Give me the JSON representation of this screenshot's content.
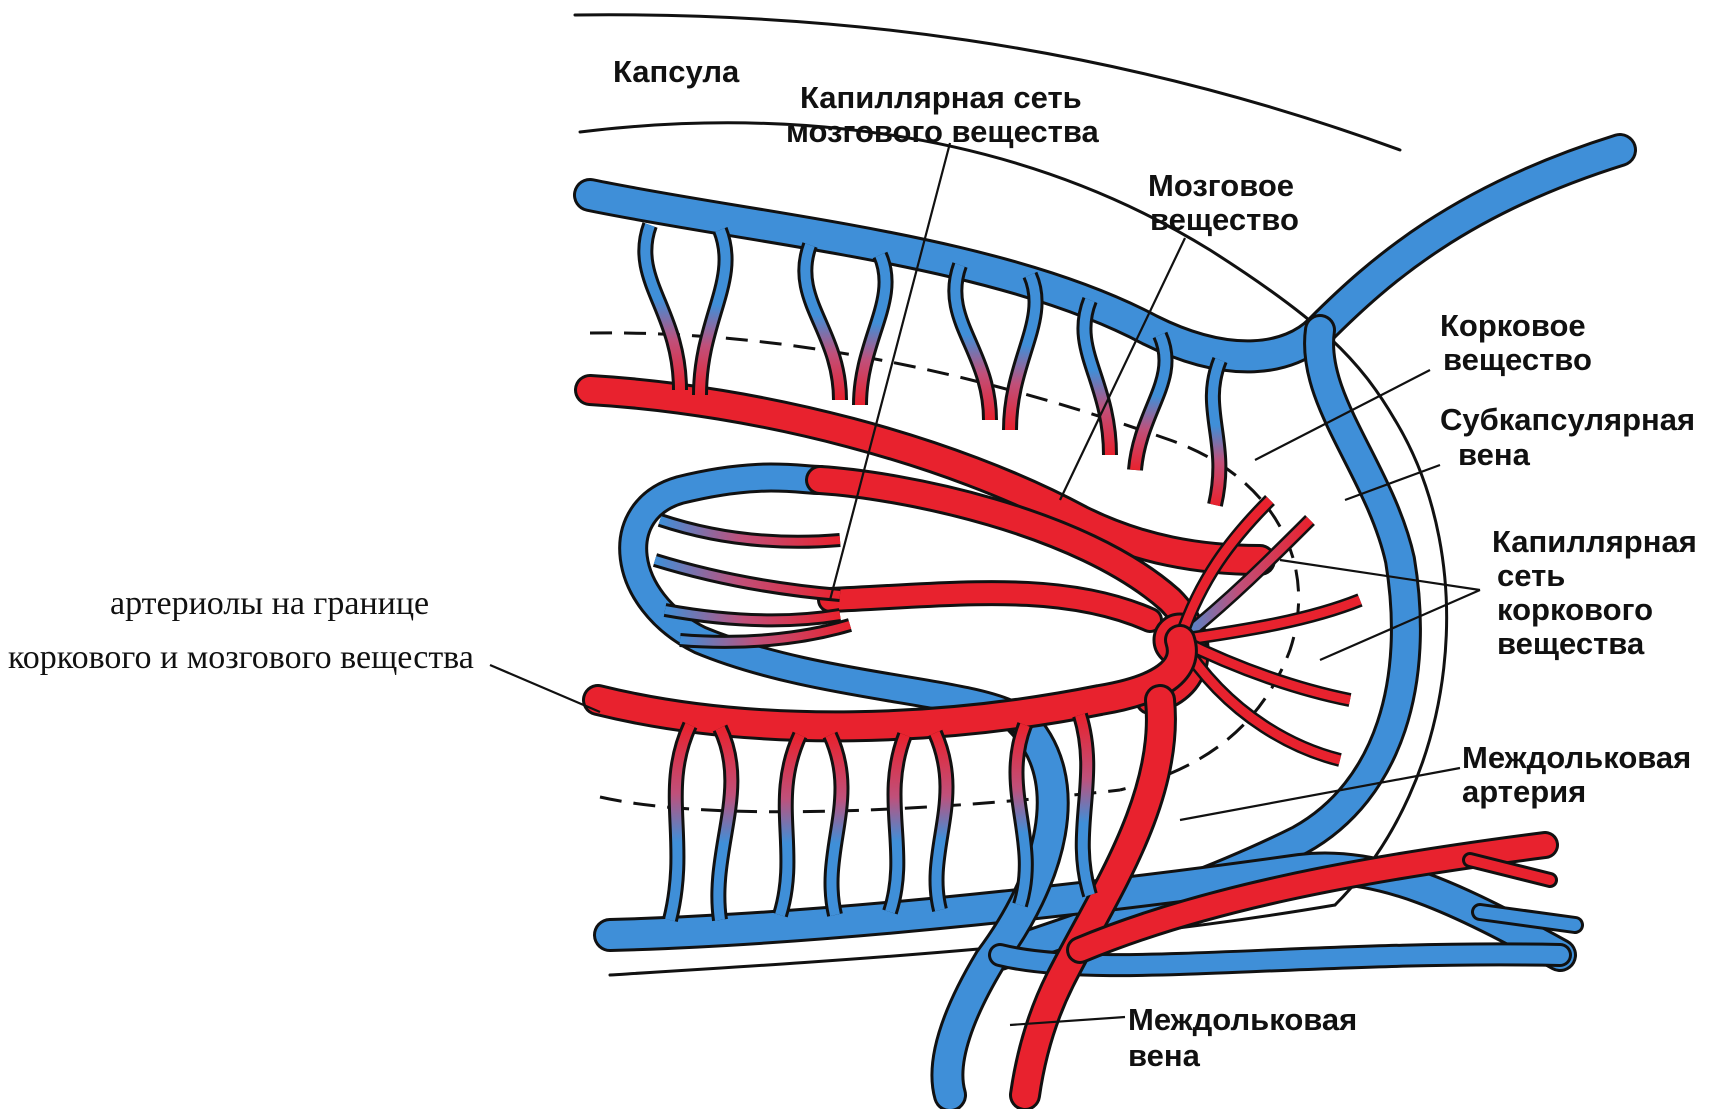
{
  "diagram": {
    "labels": {
      "capsule": "Капсула",
      "medulla_capillary_1": "Капиллярная сеть",
      "medulla_capillary_2": "мозгового вещества",
      "medulla_1": "Мозговое",
      "medulla_2": "вещество",
      "cortex_1": "Корковое",
      "cortex_2": "вещество",
      "subcapsular_vein_1": "Субкапсулярная",
      "subcapsular_vein_2": "вена",
      "cortex_capillary_1": "Капиллярная",
      "cortex_capillary_2": "сеть",
      "cortex_capillary_3": "коркового",
      "cortex_capillary_4": "вещества",
      "arterioles_1": "артериолы на границе",
      "arterioles_2": "коркового и мозгового вещества",
      "interlobular_artery_1": "Междольковая",
      "interlobular_artery_2": "артерия",
      "interlobular_vein_1": "Междольковая",
      "interlobular_vein_2": "вена"
    },
    "colors": {
      "artery": "#e8222e",
      "vein": "#3f8fd8",
      "mixed": "#c0507a",
      "outline": "#111111",
      "background": "#ffffff"
    }
  }
}
